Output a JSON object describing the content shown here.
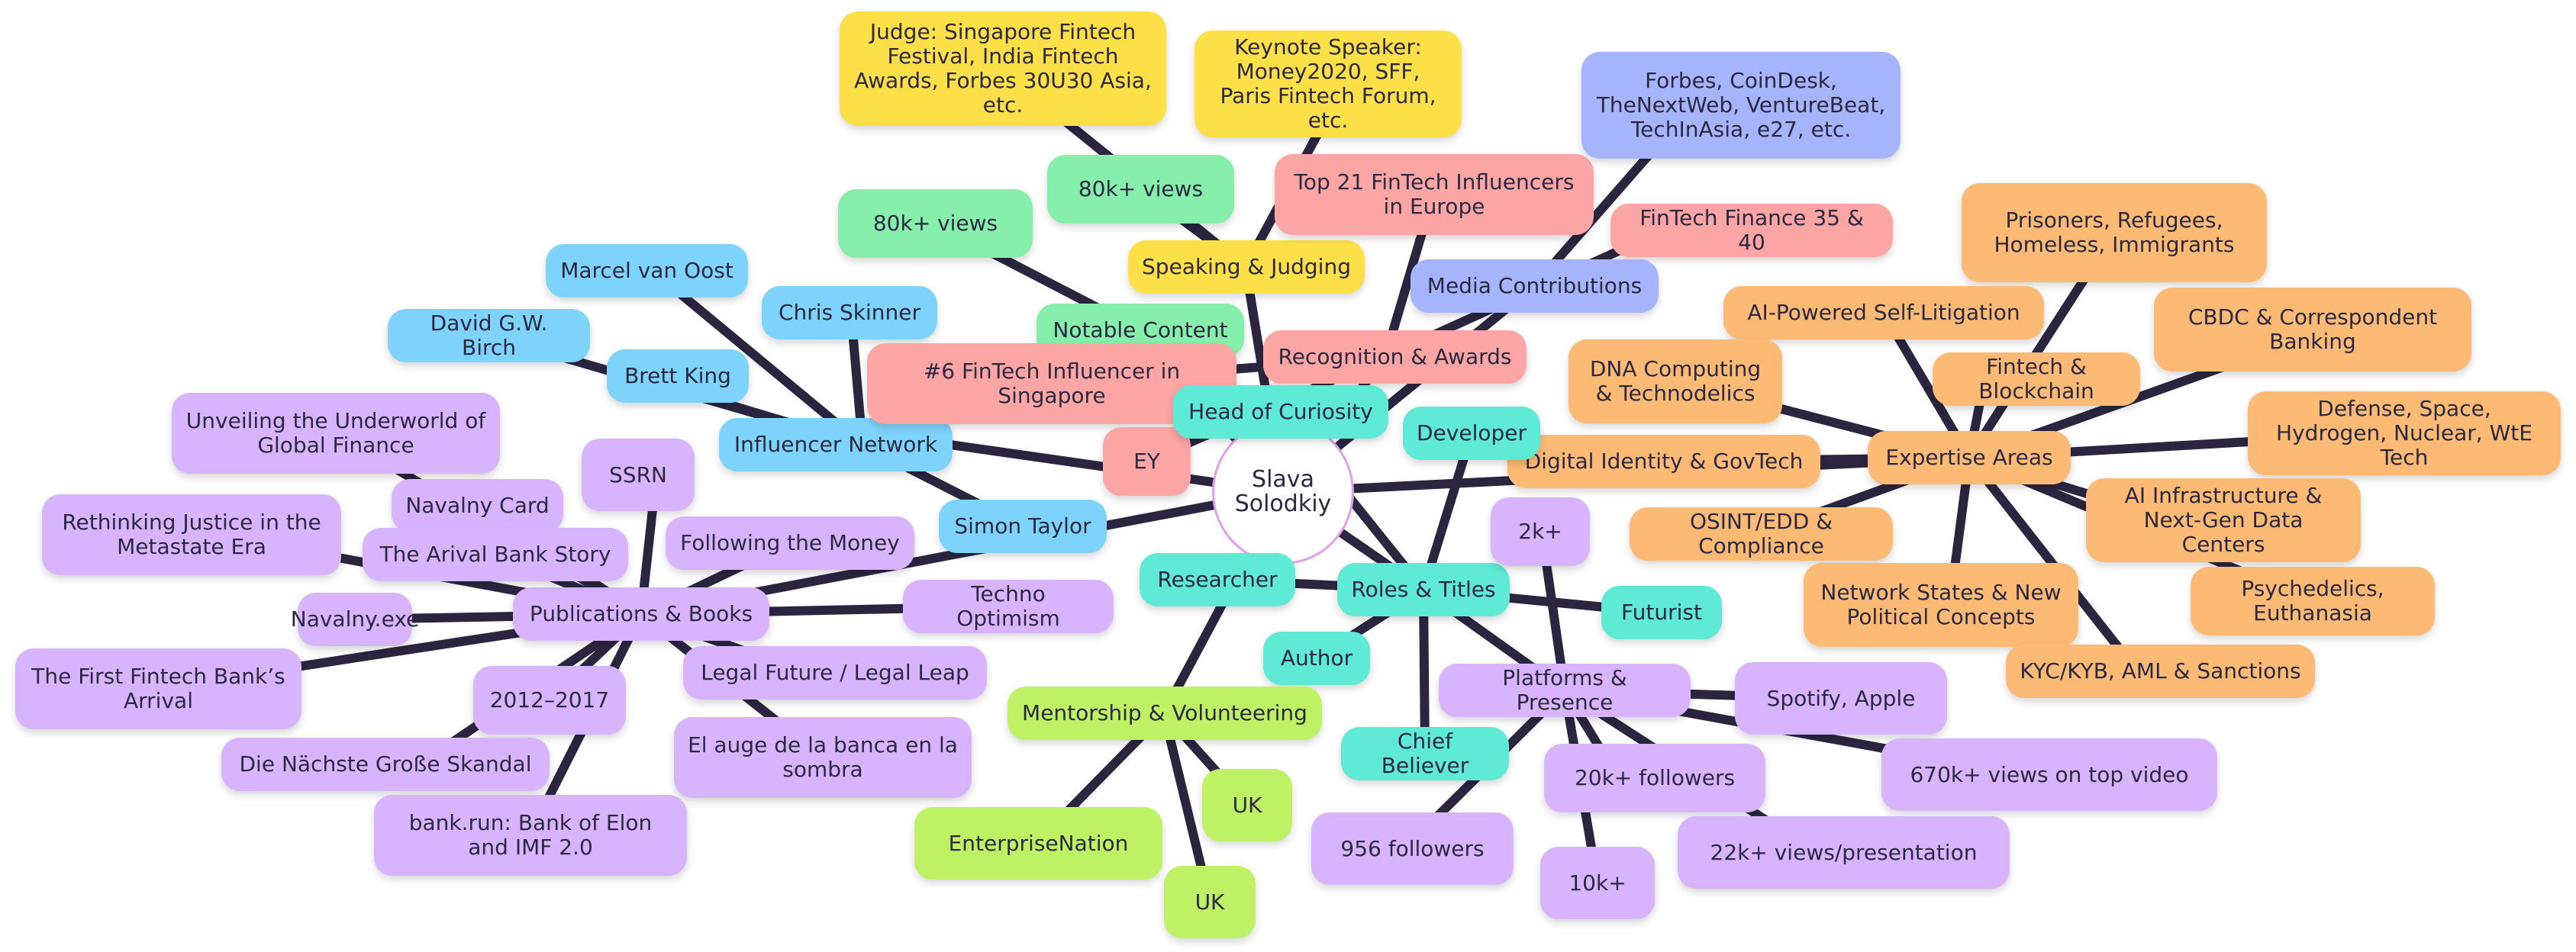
{
  "colors": {
    "edge": "#2b2540",
    "blue": "#7dd3fc",
    "green": "#86efac",
    "yellow": "#fde047",
    "pink": "#fca5a5",
    "teal": "#5eead4",
    "periwinkle": "#a5b4fc",
    "orange": "#fdba74",
    "purple": "#d8b4fe",
    "lime": "#bef264"
  },
  "mindmap": {
    "center": "Slava Solodkiy",
    "branches": {
      "influencer_network": {
        "label": "Influencer Network",
        "children": [
          "Marcel van Oost",
          "Chris Skinner",
          "David G.W. Birch",
          "Brett King",
          "Simon Taylor"
        ]
      },
      "notable_content": {
        "label": "Notable Content",
        "children": [
          "80k+ views"
        ]
      },
      "speaking_judging": {
        "label": "Speaking & Judging",
        "children": [
          "80k+ views",
          "Judge: Singapore Fintech Festival, India Fintech Awards, Forbes 30U30 Asia, etc.",
          "Keynote Speaker: Money2020, SFF, Paris Fintech Forum, etc."
        ]
      },
      "recognition_awards": {
        "label": "Recognition & Awards",
        "children": [
          "Top 21 FinTech Influencers in Europe",
          "FinTech Finance 35 & 40",
          "#6 FinTech Influencer in Singapore",
          "EY"
        ]
      },
      "media_contributions": {
        "label": "Media Contributions",
        "children": [
          "Forbes, CoinDesk, TheNextWeb, VentureBeat, TechInAsia, e27, etc."
        ]
      },
      "expertise_areas": {
        "label": "Expertise Areas",
        "children": [
          "Prisoners, Refugees, Homeless, Immigrants",
          "AI-Powered Self-Litigation",
          "CBDC & Correspondent Banking",
          "Fintech & Blockchain",
          "DNA Computing & Technodelics",
          "Digital Identity & GovTech",
          "Defense, Space, Hydrogen, Nuclear, WtE Tech",
          "OSINT/EDD & Compliance",
          "AI Infrastructure & Next-Gen Data Centers",
          "Network States & New Political Concepts",
          "Psychedelics, Euthanasia",
          "KYC/KYB, AML & Sanctions"
        ]
      },
      "roles_titles": {
        "label": "Roles & Titles",
        "children": [
          "Head of Curiosity",
          "Developer",
          "Researcher",
          "Futurist",
          "Author",
          "Chief Believer"
        ]
      },
      "platforms_presence": {
        "label": "Platforms & Presence",
        "children": [
          "2k+",
          "Spotify, Apple",
          "670k+ views on top video",
          "20k+ followers",
          "22k+ views/presentation",
          "956 followers",
          "10k+"
        ]
      },
      "mentorship": {
        "label": "Mentorship & Volunteering",
        "children": [
          "UK",
          "EnterpriseNation",
          "UK"
        ]
      },
      "publications": {
        "label": "Publications & Books",
        "children": [
          "SSRN",
          "Unveiling the Underworld of Global Finance",
          "Navalny Card",
          "Rethinking Justice in the Metastate Era",
          "The Arival Bank Story",
          "Following the Money",
          "Techno Optimism",
          "Navalny.exe",
          "The First Fintech Bank’s Arrival",
          "2012–2017",
          "Legal Future / Legal Leap",
          "Die Nächste Große Skandal",
          "El auge de la banca en la sombra",
          "bank.run: Bank of Elon and IMF 2.0"
        ]
      }
    }
  }
}
